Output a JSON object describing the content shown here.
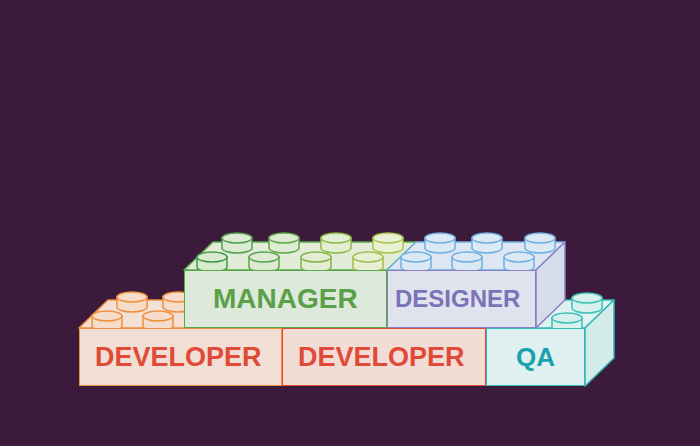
{
  "diagram": {
    "nodes": [
      {
        "text": [
          "MANAGER"
        ]
      },
      {
        "text": [
          "DESIGNER"
        ]
      },
      {
        "text": [
          "DEVELOPER"
        ]
      },
      {
        "text": [
          "DEVELOPER"
        ]
      },
      {
        "text": [
          "QA"
        ]
      }
    ]
  }
}
